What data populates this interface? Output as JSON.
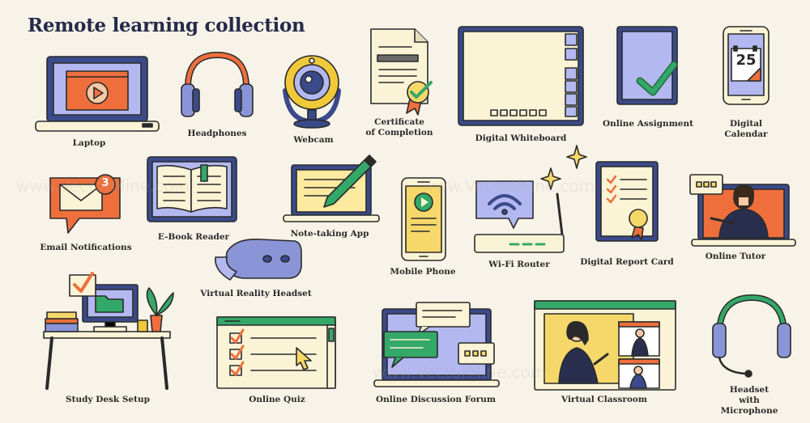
{
  "title": "Remote learning collection",
  "watermark": "www.VectorMine.com",
  "icons": {
    "laptop": {
      "label": "Laptop"
    },
    "headphones": {
      "label": "Headphones"
    },
    "webcam": {
      "label": "Webcam"
    },
    "certificate": {
      "label": "Certificate\nof Completion"
    },
    "whiteboard": {
      "label": "Digital Whiteboard"
    },
    "assignment": {
      "label": "Online Assignment"
    },
    "calendar": {
      "label": "Digital Calendar",
      "date": "25"
    },
    "email": {
      "label": "Email Notifications",
      "badge": "3"
    },
    "ebook": {
      "label": "E-Book Reader"
    },
    "notetaking": {
      "label": "Note-taking App"
    },
    "phone": {
      "label": "Mobile Phone"
    },
    "router": {
      "label": "Wi-Fi Router"
    },
    "reportcard": {
      "label": "Digital Report Card"
    },
    "tutor": {
      "label": "Online Tutor"
    },
    "vr": {
      "label": "Virtual Reality Headset"
    },
    "desk": {
      "label": "Study Desk Setup"
    },
    "quiz": {
      "label": "Online Quiz"
    },
    "forum": {
      "label": "Online Discussion Forum"
    },
    "classroom": {
      "label": "Virtual Classroom"
    },
    "headset": {
      "label": "Headset with\nMicrophone"
    }
  },
  "colors": {
    "background": "#f8f3e8",
    "navy": "#252a4a",
    "screen_blue": "#b3b8f0",
    "orange": "#ee6f3c",
    "yellow": "#f6d86a",
    "green": "#34a868",
    "cream": "#fbf3d6"
  }
}
